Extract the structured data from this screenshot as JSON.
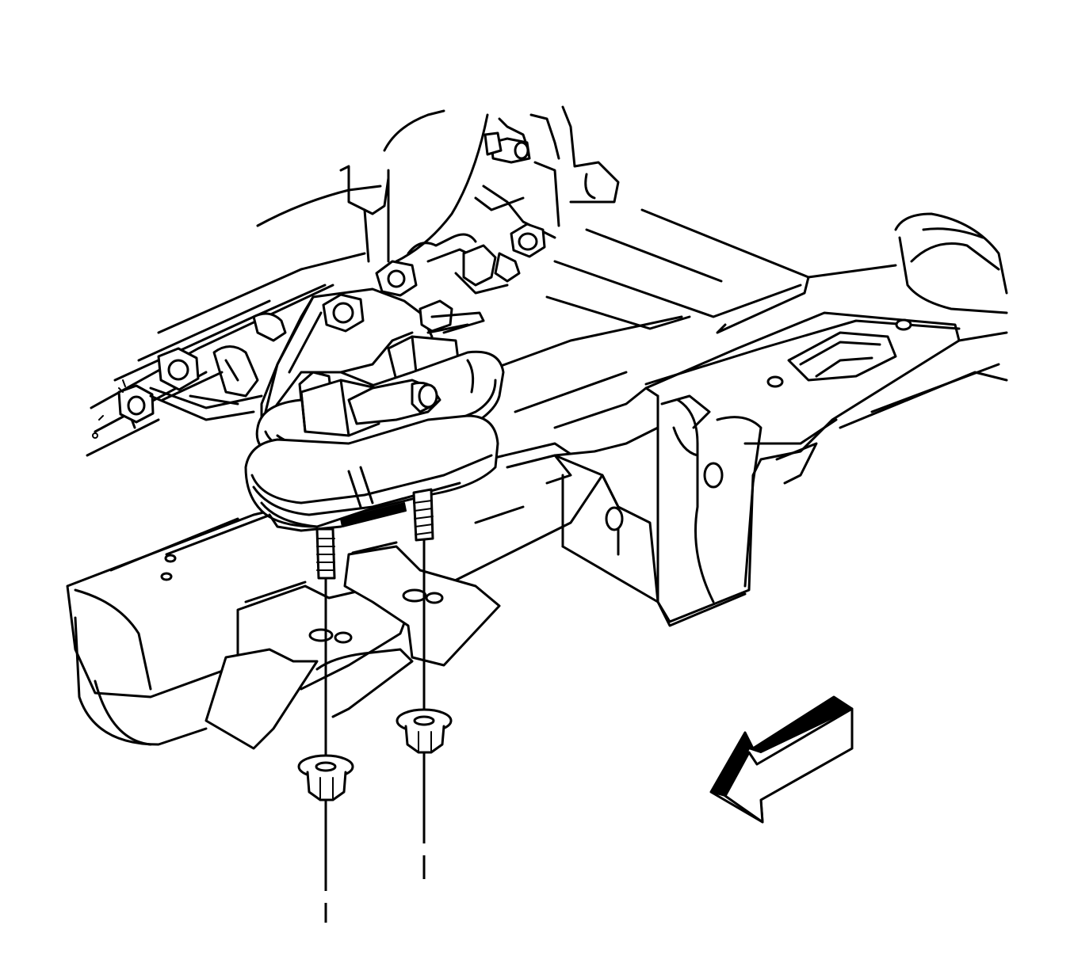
{
  "diagram": {
    "background": "#ffffff",
    "line_color": "#000000",
    "components": [
      {
        "name": "engine-block-bracket",
        "icon": "engine-bracket"
      },
      {
        "name": "engine-mount",
        "icon": "rubber-isolator-mount"
      },
      {
        "name": "mount-studs",
        "count": 2
      },
      {
        "name": "mount-nuts",
        "count": 2
      },
      {
        "name": "frame-mount-bracket",
        "icon": "frame-bracket"
      },
      {
        "name": "frame-rail",
        "icon": "frame-rail"
      },
      {
        "name": "crossmember",
        "icon": "crossmember"
      },
      {
        "name": "direction-arrow",
        "icon": "front-arrow"
      }
    ]
  }
}
